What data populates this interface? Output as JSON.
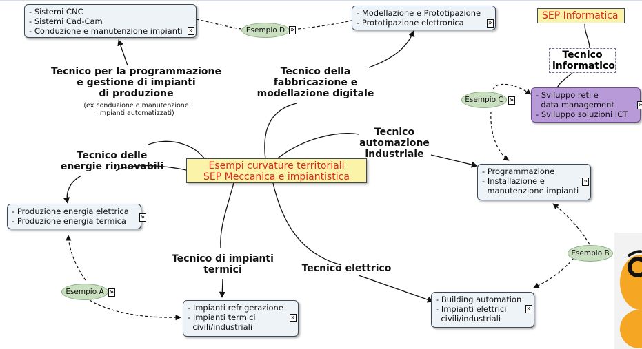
{
  "center": {
    "line1": "Esempi curvature territoriali",
    "line2": "SEP Meccanica e impiantistica"
  },
  "sep_box": {
    "label": "SEP Informatica"
  },
  "tecnico_informatico": {
    "line1": "Tecnico",
    "line2": "informatico"
  },
  "labels": {
    "programmazione": [
      "Tecnico per la programmazione",
      "e gestione di impianti",
      "di produzione"
    ],
    "programmazione_note": [
      "(ex conduzione e manutenzione",
      "impianti automatizzati)"
    ],
    "fabbricazione": [
      "Tecnico della",
      "fabbricazione e",
      "modellazione digitale"
    ],
    "automazione": [
      "Tecnico",
      "automazione",
      "industriale"
    ],
    "energie": [
      "Tecnico delle",
      "energie rinnovabili"
    ],
    "termici": [
      "Tecnico di impianti",
      "termici"
    ],
    "elettrico": [
      "Tecnico elettrico"
    ]
  },
  "nodes": {
    "cnc": [
      "Sistemi CNC",
      "Sistemi Cad-Cam",
      "Conduzione e manutenzione impianti"
    ],
    "modellazione": [
      "Modellazione e Prototipazione",
      "Prototipazione elettronica"
    ],
    "sviluppo": [
      "Sviluppo reti e",
      "data management",
      "Sviluppo soluzioni ICT"
    ],
    "programmazione": [
      "Programmazione",
      "Installazione e",
      "manutenzione impianti"
    ],
    "energia": [
      "Produzione energia elettrica",
      "Produzione energia termica"
    ],
    "impianti": [
      "Impianti refrigerazione",
      "Impianti termici",
      "civili/industriali"
    ],
    "building": [
      "Building automation",
      "Impianti elettrici",
      "civili/industriali"
    ]
  },
  "examples": {
    "a": "Esempio A",
    "b": "Esempio B",
    "c": "Esempio C",
    "d": "Esempio D"
  },
  "expand_glyph": "»",
  "colors": {
    "node_bg": "#eef3f8",
    "purple": "#b79ad7",
    "ellipse": "#c9dfc0",
    "center_bg": "#fbf3a8",
    "center_text": "#e1261c"
  }
}
